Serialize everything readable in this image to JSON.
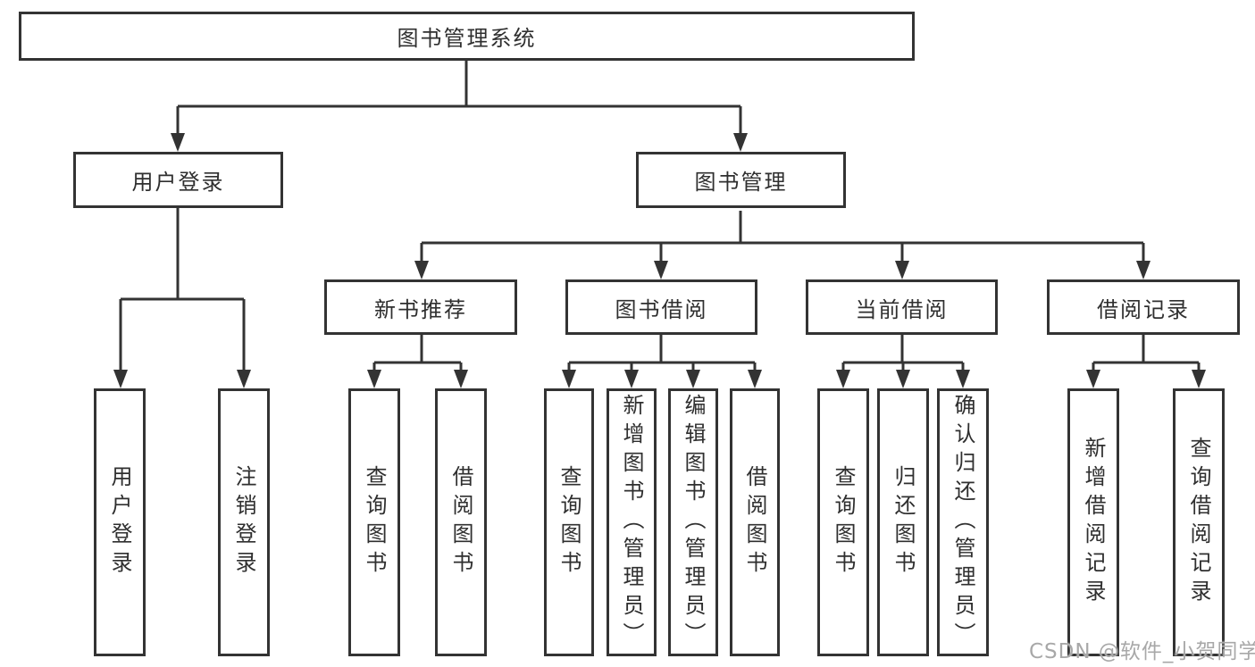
{
  "diagram_title": "图书管理系统",
  "nodes": {
    "library_system": {
      "label": "图书管理系统"
    },
    "user_login": {
      "label": "用户登录"
    },
    "book_management": {
      "label": "图书管理"
    },
    "new_book_recommend": {
      "label": "新书推荐"
    },
    "book_borrow": {
      "label": "图书借阅"
    },
    "current_borrow": {
      "label": "当前借阅"
    },
    "borrow_records": {
      "label": "借阅记录"
    }
  },
  "leaves": {
    "user_login": "用户登录",
    "logout": "注销登录",
    "query_books_1": "查询图书",
    "borrow_books_1": "借阅图书",
    "query_books_2": "查询图书",
    "add_books_admin": "新增图书（管理员）",
    "edit_books_admin": "编辑图书（管理员）",
    "borrow_books_2": "借阅图书",
    "query_books_3": "查询图书",
    "return_books": "归还图书",
    "confirm_return_admin": "确认归还（管理员）",
    "add_borrow_record": "新增借阅记录",
    "query_borrow_record": "查询借阅记录"
  },
  "hierarchy": {
    "图书管理系统": [
      "用户登录",
      "图书管理"
    ],
    "用户登录": [
      "用户登录",
      "注销登录"
    ],
    "图书管理": [
      "新书推荐",
      "图书借阅",
      "当前借阅",
      "借阅记录"
    ],
    "新书推荐": [
      "查询图书",
      "借阅图书"
    ],
    "图书借阅": [
      "查询图书",
      "新增图书（管理员）",
      "编辑图书（管理员）",
      "借阅图书"
    ],
    "当前借阅": [
      "查询图书",
      "归还图书",
      "确认归还（管理员）"
    ],
    "借阅记录": [
      "新增借阅记录",
      "查询借阅记录"
    ]
  },
  "colors": {
    "line": "#333333",
    "text": "#2f2f2f",
    "background": "#ffffff",
    "watermark": "#a8a8a8"
  },
  "watermark": "CSDN @软件_小贺同学"
}
